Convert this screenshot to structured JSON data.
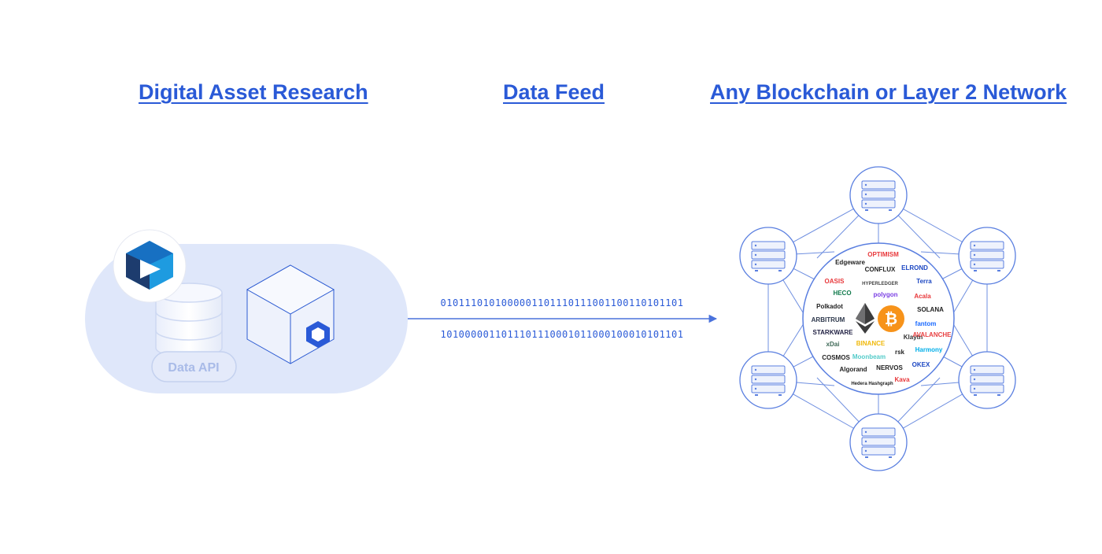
{
  "headings": {
    "source": "Digital Asset Research",
    "feed": "Data Feed",
    "destination": "Any Blockchain or Layer 2 Network"
  },
  "source_panel": {
    "data_api_label": "Data API"
  },
  "feed": {
    "bits_top": "0101110101000001101110111001100110101101",
    "bits_bottom": "1010000011011101110001011000100010101101"
  },
  "network": {
    "logos": [
      {
        "text": "OPTIMISM",
        "color": "#e8383b"
      },
      {
        "text": "Edgeware",
        "color": "#222222"
      },
      {
        "text": "CONFLUX",
        "color": "#222222"
      },
      {
        "text": "ELROND",
        "color": "#1b46c2"
      },
      {
        "text": "OASIS",
        "color": "#e8383b"
      },
      {
        "text": "HYPERLEDGER",
        "color": "#444444"
      },
      {
        "text": "Terra",
        "color": "#1b46c2"
      },
      {
        "text": "HECO",
        "color": "#117a4c"
      },
      {
        "text": "polygon",
        "color": "#7b3fe4"
      },
      {
        "text": "Acala",
        "color": "#e8383b"
      },
      {
        "text": "Polkadot",
        "color": "#222222"
      },
      {
        "text": "SOLANA",
        "color": "#222222"
      },
      {
        "text": "ARBITRUM",
        "color": "#2d374b"
      },
      {
        "text": "fantom",
        "color": "#1969ff"
      },
      {
        "text": "STARKWARE",
        "color": "#222244"
      },
      {
        "text": "Klaytn",
        "color": "#333333"
      },
      {
        "text": "AVALANCHE",
        "color": "#e84142"
      },
      {
        "text": "xDai",
        "color": "#3e6957"
      },
      {
        "text": "BINANCE",
        "color": "#f0b90b"
      },
      {
        "text": "rsk",
        "color": "#222222"
      },
      {
        "text": "Harmony",
        "color": "#00aee9"
      },
      {
        "text": "COSMOS",
        "color": "#222222"
      },
      {
        "text": "Moonbeam",
        "color": "#53cbc9"
      },
      {
        "text": "Algorand",
        "color": "#222222"
      },
      {
        "text": "NERVOS",
        "color": "#222222"
      },
      {
        "text": "OKEX",
        "color": "#1b46c2"
      },
      {
        "text": "Hedera Hashgraph",
        "color": "#222222"
      },
      {
        "text": "Kava",
        "color": "#e8383b"
      }
    ]
  },
  "colors": {
    "accent": "#2a5ad7",
    "line": "#4a72dc",
    "pill": "#dfe7fa",
    "bitcoin": "#f7931a"
  }
}
